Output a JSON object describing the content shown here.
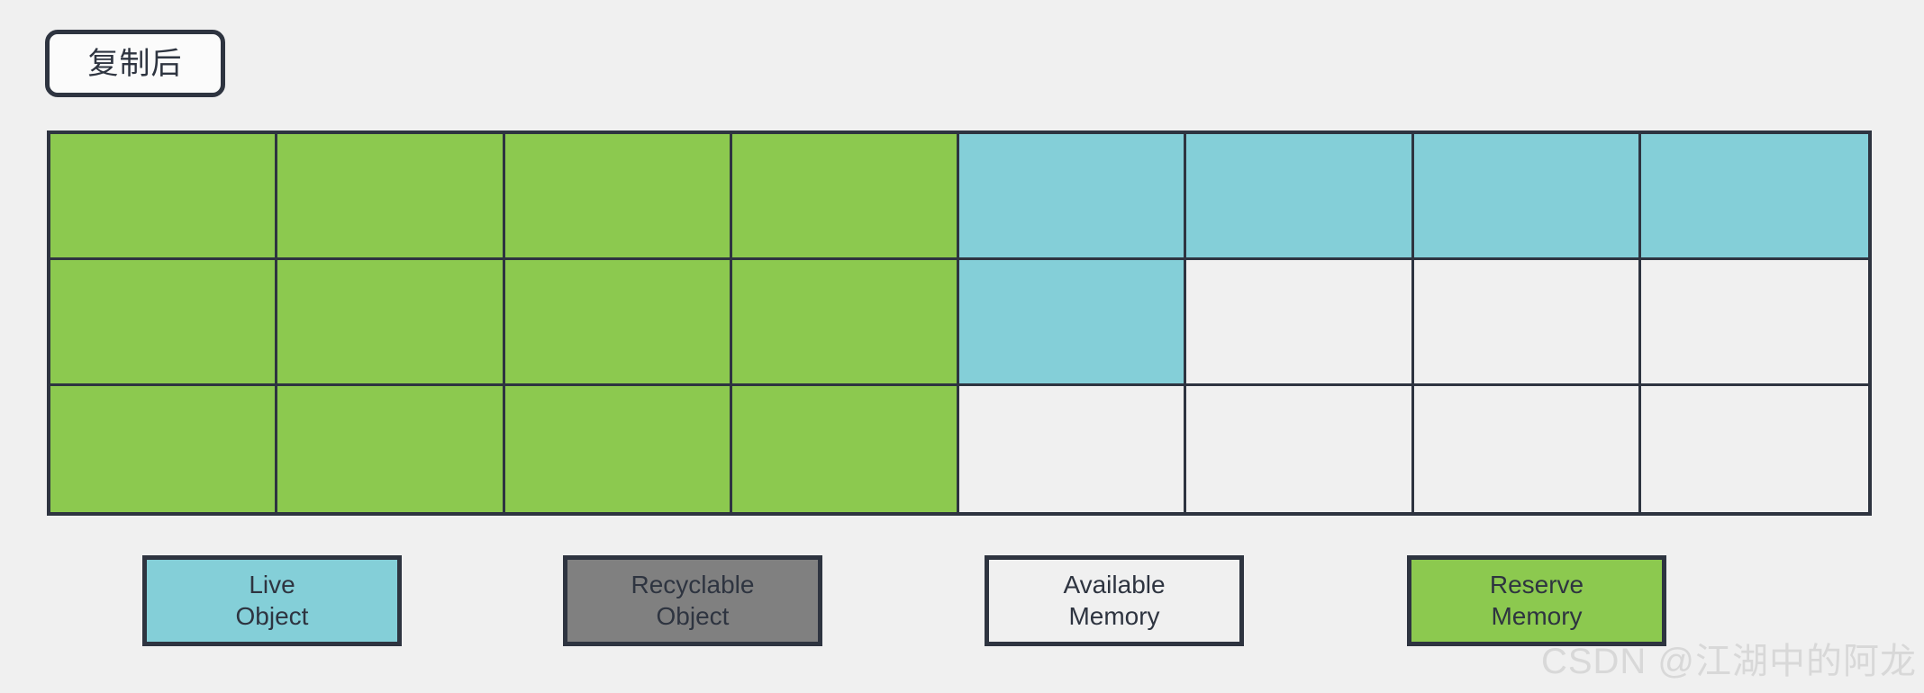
{
  "title": {
    "label": "复制后"
  },
  "colors": {
    "background": "#f0f0f0",
    "outline": "#2e3440",
    "reserve_memory": "#8cc94f",
    "live_object": "#84cfd8",
    "recyclable_object": "#808080",
    "available_memory": "#f0f0f0"
  },
  "grid": {
    "columns": 8,
    "rows": 3,
    "cells": [
      [
        "reserve",
        "reserve",
        "reserve",
        "reserve",
        "live",
        "live",
        "live",
        "live"
      ],
      [
        "reserve",
        "reserve",
        "reserve",
        "reserve",
        "live",
        "available",
        "available",
        "available"
      ],
      [
        "reserve",
        "reserve",
        "reserve",
        "reserve",
        "available",
        "available",
        "available",
        "available"
      ]
    ]
  },
  "legend": {
    "items": [
      {
        "key": "live",
        "line1": "Live",
        "line2": "Object",
        "fill": "#84cfd8"
      },
      {
        "key": "recycle",
        "line1": "Recyclable",
        "line2": "Object",
        "fill": "#808080"
      },
      {
        "key": "available",
        "line1": "Available",
        "line2": "Memory",
        "fill": "#f0f0f0"
      },
      {
        "key": "reserve",
        "line1": "Reserve",
        "line2": "Memory",
        "fill": "#8cc94f"
      }
    ]
  },
  "watermark": {
    "text": "CSDN @江湖中的阿龙"
  }
}
